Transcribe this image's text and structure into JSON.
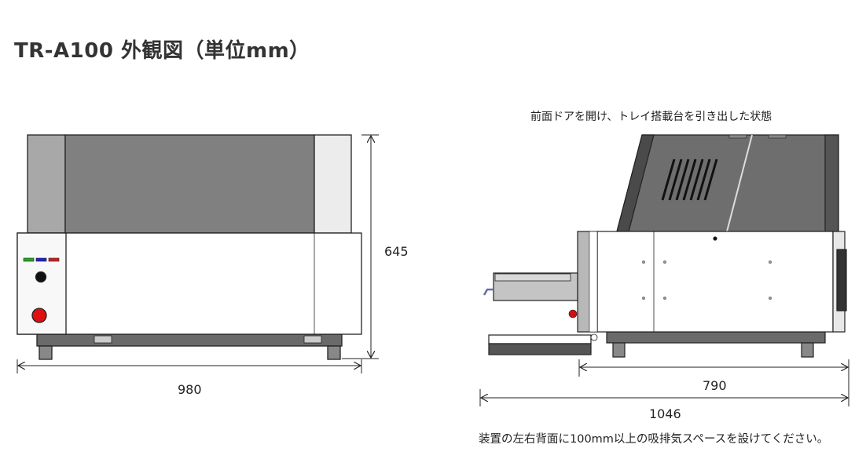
{
  "title": "TR-A100 外観図（単位mm）",
  "side_view_caption": "前面ドアを開け、トレイ搭載台を引き出した状態",
  "note": "装置の左右背面に100mm以上の吸排気スペースを設けてください。",
  "dimensions": {
    "front_height": "645",
    "front_width": "980",
    "side_depth_body": "790",
    "side_depth_total": "1046"
  },
  "colors": {
    "indicator_green": "#22aa22",
    "indicator_blue": "#2222cc",
    "indicator_red": "#cc2222",
    "housing_dark": "#6e6e6e",
    "housing_mid": "#808080"
  }
}
